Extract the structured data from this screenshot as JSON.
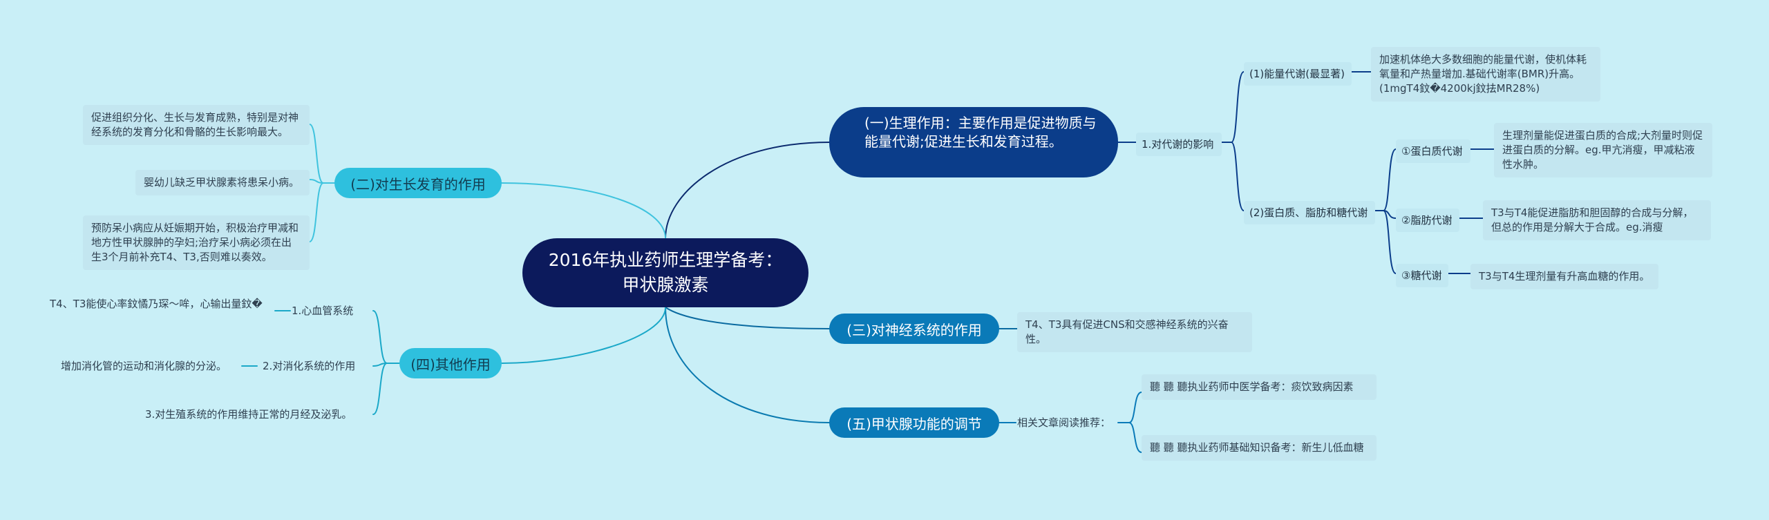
{
  "root": {
    "title": "2016年执业药师生理学备考：甲状腺激素"
  },
  "b1": {
    "label": "(一)生理作用：主要作用是促进物质与能量代谢;促进生长和发育过程。",
    "sub": "1.对代谢的影响",
    "energy": {
      "label": "(1)能量代谢(最显著)",
      "detail": "加速机体绝大多数细胞的能量代谢，使机体耗氧量和产热量增加.基础代谢率(BMR)升高。(1mgT4鈫�4200kj鈫抾MR28%)"
    },
    "macro": {
      "label": "(2)蛋白质、脂肪和糖代谢",
      "protein": {
        "label": "①蛋白质代谢",
        "detail": "生理剂量能促进蛋白质的合成;大剂量时则促进蛋白质的分解。eg.甲亢消瘦，甲减粘液性水肿。"
      },
      "fat": {
        "label": "②脂肪代谢",
        "detail": "T3与T4能促进脂肪和胆固醇的合成与分解，但总的作用是分解大于合成。eg.消瘦"
      },
      "sugar": {
        "label": "③糖代谢",
        "detail": "T3与T4生理剂量有升高血糖的作用。"
      }
    }
  },
  "b2": {
    "label": "(二)对生长发育的作用",
    "leaves": [
      "促进组织分化、生长与发育成熟，特别是对神经系统的发育分化和骨骼的生长影响最大。",
      "婴幼儿缺乏甲状腺素将患呆小病。",
      "预防呆小病应从妊娠期开始，积极治疗甲减和地方性甲状腺肿的孕妇;治疗呆小病必须在出生3个月前补充T4、T3,否则难以奏效。"
    ]
  },
  "b3": {
    "label": "(三)对神经系统的作用",
    "detail": "T4、T3具有促进CNS和交感神经系统的兴奋性。"
  },
  "b4": {
    "label": "(四)其他作用",
    "items": [
      {
        "label": "1.心血管系统",
        "detail": "T4、T3能使心率鈫憰乃琛～哞，心输出量鈫�"
      },
      {
        "label": "2.对消化系统的作用",
        "detail": "增加消化管的运动和消化腺的分泌。"
      },
      {
        "label": "3.对生殖系统的作用维持正常的月经及泌乳。",
        "detail": ""
      }
    ]
  },
  "b5": {
    "label": "(五)甲状腺功能的调节",
    "sub": "相关文章阅读推荐：",
    "links": [
      "聽 聽 聽执业药师中医学备考：痰饮致病因素",
      "聽 聽 聽执业药师基础知识备考：新生儿低血糖"
    ]
  },
  "colors": {
    "background": "#c9eff7",
    "root": "#0c1a5c",
    "branch1": "#0b3d8a",
    "branch_mid": "#0a7ab8",
    "branch_left": "#2ec0de",
    "leaf": "#c3e6f0"
  }
}
